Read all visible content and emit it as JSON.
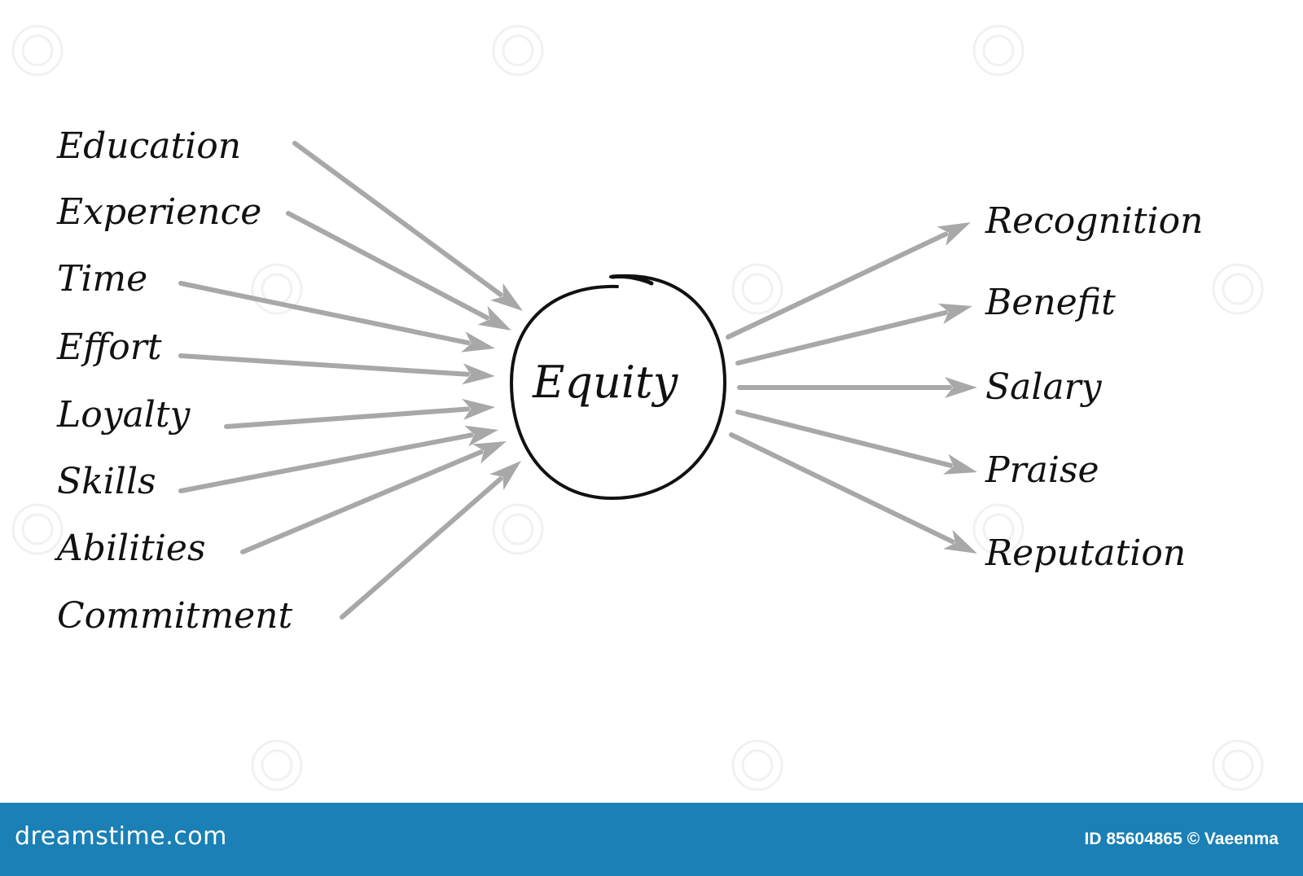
{
  "center": {
    "label": "Equity"
  },
  "inputs": [
    {
      "label": "Education"
    },
    {
      "label": "Experience"
    },
    {
      "label": "Time"
    },
    {
      "label": "Effort"
    },
    {
      "label": "Loyalty"
    },
    {
      "label": "Skills"
    },
    {
      "label": "Abilities"
    },
    {
      "label": "Commitment"
    }
  ],
  "outputs": [
    {
      "label": "Recognition"
    },
    {
      "label": "Benefit"
    },
    {
      "label": "Salary"
    },
    {
      "label": "Praise"
    },
    {
      "label": "Reputation"
    }
  ],
  "colors": {
    "arrow": "#a8a8a8",
    "circle": "#111111",
    "footer": "#1a80b6"
  },
  "footer": {
    "brand": "dreamstime.com",
    "credit": "ID 85604865 © Vaeenma"
  }
}
